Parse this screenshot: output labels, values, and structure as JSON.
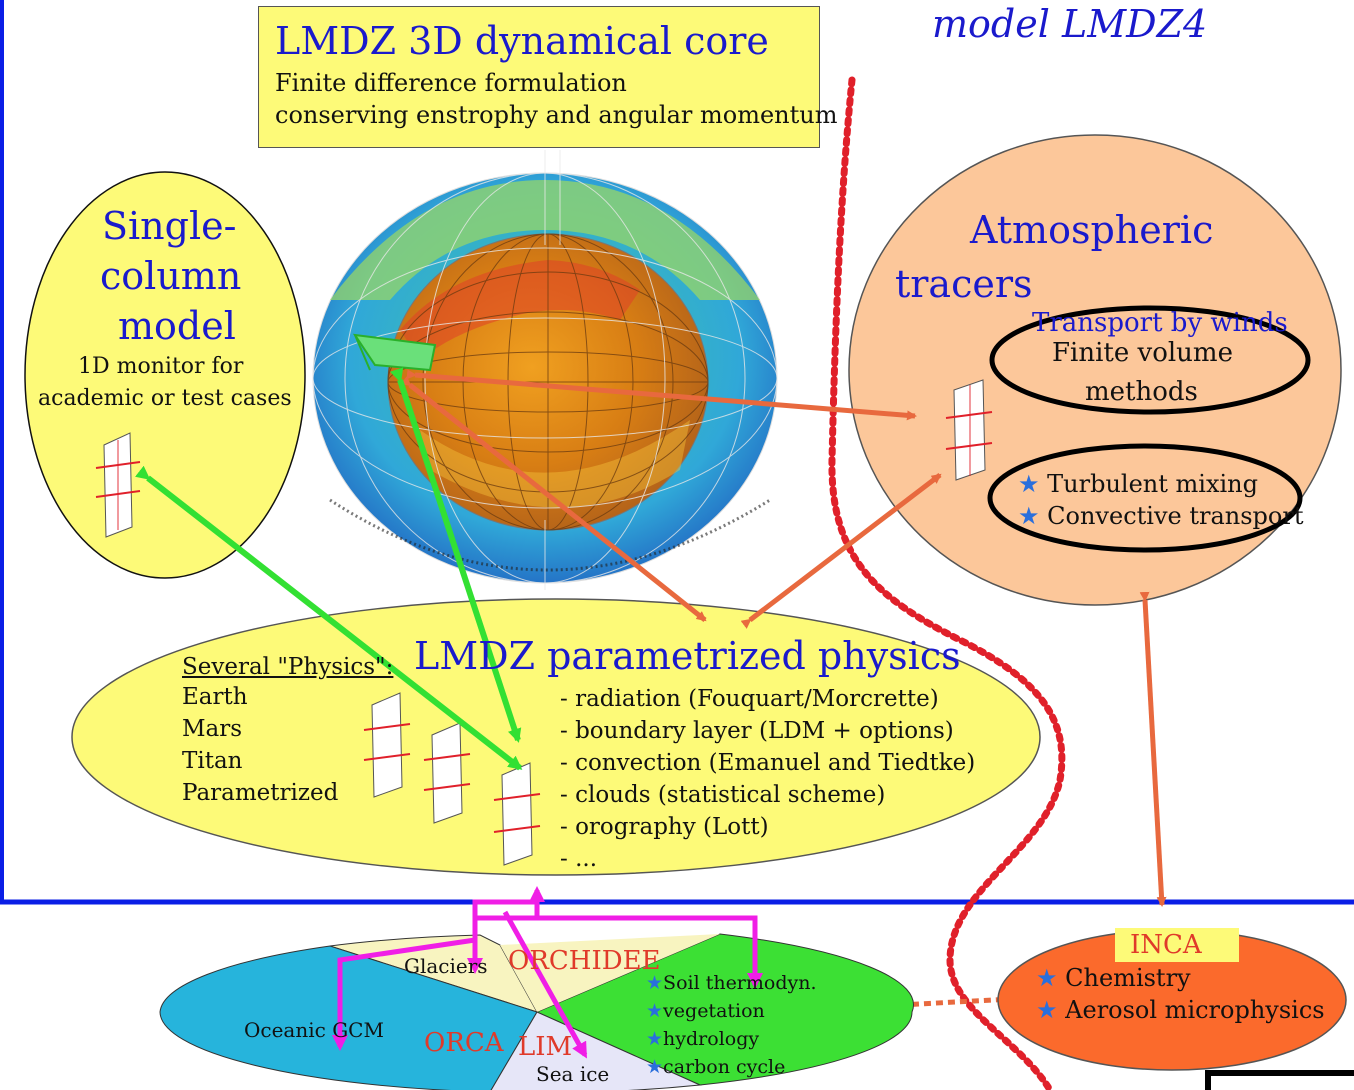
{
  "header": {
    "model_title": "model LMDZ4"
  },
  "core": {
    "title": "LMDZ 3D dynamical core",
    "line1": "Finite difference formulation",
    "line2": "conserving enstrophy and  angular momentum"
  },
  "single_column": {
    "title_line1": "Single-",
    "title_line2": "column",
    "title_line3": "model",
    "desc_line1": "1D monitor for",
    "desc_line2": "academic or test cases"
  },
  "tracers": {
    "title_line1": "Atmospheric",
    "title_line2": "tracers",
    "transport_title": "Transport by winds",
    "transport_line1": "Finite volume",
    "transport_line2": "methods",
    "item1": "Turbulent mixing",
    "item2": "Convective transport"
  },
  "physics": {
    "title": "LMDZ parametrized physics",
    "several_label": "Several \"Physics\":",
    "planets": [
      "Earth",
      "Mars",
      "Titan",
      "Parametrized"
    ],
    "items": [
      "- radiation (Fouquart/Morcrette)",
      "- boundary layer (LDM + options)",
      "- convection (Emanuel and Tiedtke)",
      "- clouds (statistical scheme)",
      "- orography (Lott)",
      "- ..."
    ]
  },
  "surface": {
    "glaciers": "Glaciers",
    "orchidee": "ORCHIDEE",
    "oceanic_gcm": "Oceanic GCM",
    "orca": "ORCA",
    "lim": "LIM",
    "sea_ice": "Sea ice",
    "orchidee_items": [
      "Soil thermodyn.",
      "vegetation",
      "hydrology",
      "carbon cycle"
    ]
  },
  "inca": {
    "title": "INCA",
    "item1": "Chemistry",
    "item2": "Aerosol microphysics"
  },
  "colors": {
    "yellow": "#fdfa78",
    "peach": "#fcc79a",
    "blue_line": "#0a1ee6",
    "red_dots": "#e0202a",
    "orange_arrow": "#e8693e",
    "green_arrow": "#33e033",
    "magenta_arrow": "#f01ee6",
    "inca_orange": "#fb6a2c",
    "ocean_blue": "#26b4dc",
    "land_green": "#3ce034"
  }
}
